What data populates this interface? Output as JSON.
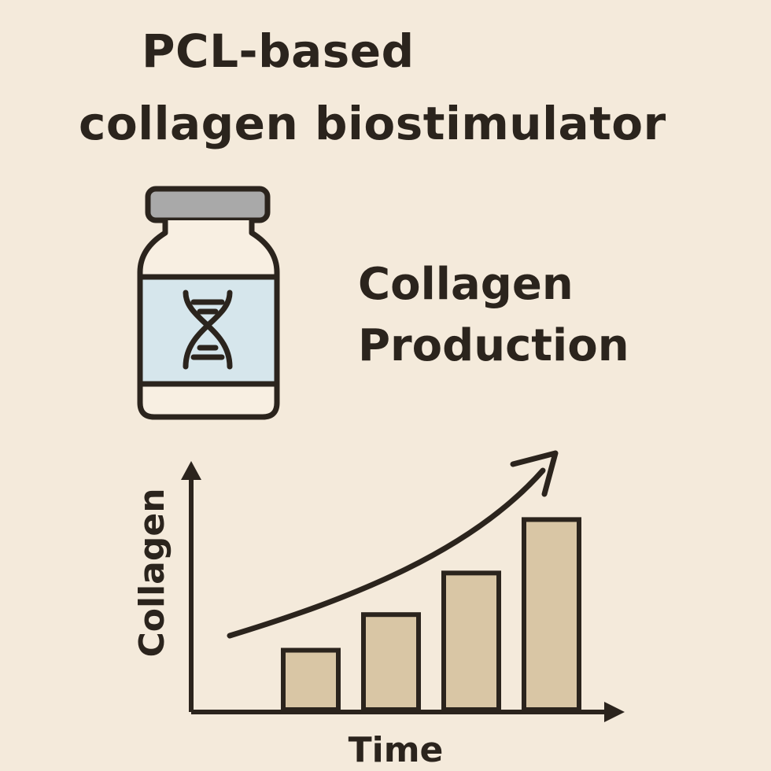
{
  "title": {
    "line1": "PCL-based",
    "line2": "collagen biostimulator"
  },
  "subtitle": {
    "line1": "Collagen",
    "line2": "Production"
  },
  "icons": {
    "vial": "vial-icon",
    "dna": "dna-icon",
    "trend_arrow": "trend-arrow-icon"
  },
  "colors": {
    "background": "#f4eadb",
    "ink": "#2b241d",
    "vial_cap": "#a9a9a9",
    "vial_label": "#d6e6ec",
    "bar_fill": "#d9c6a5"
  },
  "chart_data": {
    "type": "bar",
    "xlabel": "Time",
    "ylabel": "Collagen",
    "categories": [
      "",
      "",
      "",
      ""
    ],
    "values": [
      1.0,
      1.6,
      2.3,
      3.2
    ],
    "ylim": [
      0,
      4
    ],
    "trend": "increasing",
    "grid": false,
    "ticks": false
  }
}
